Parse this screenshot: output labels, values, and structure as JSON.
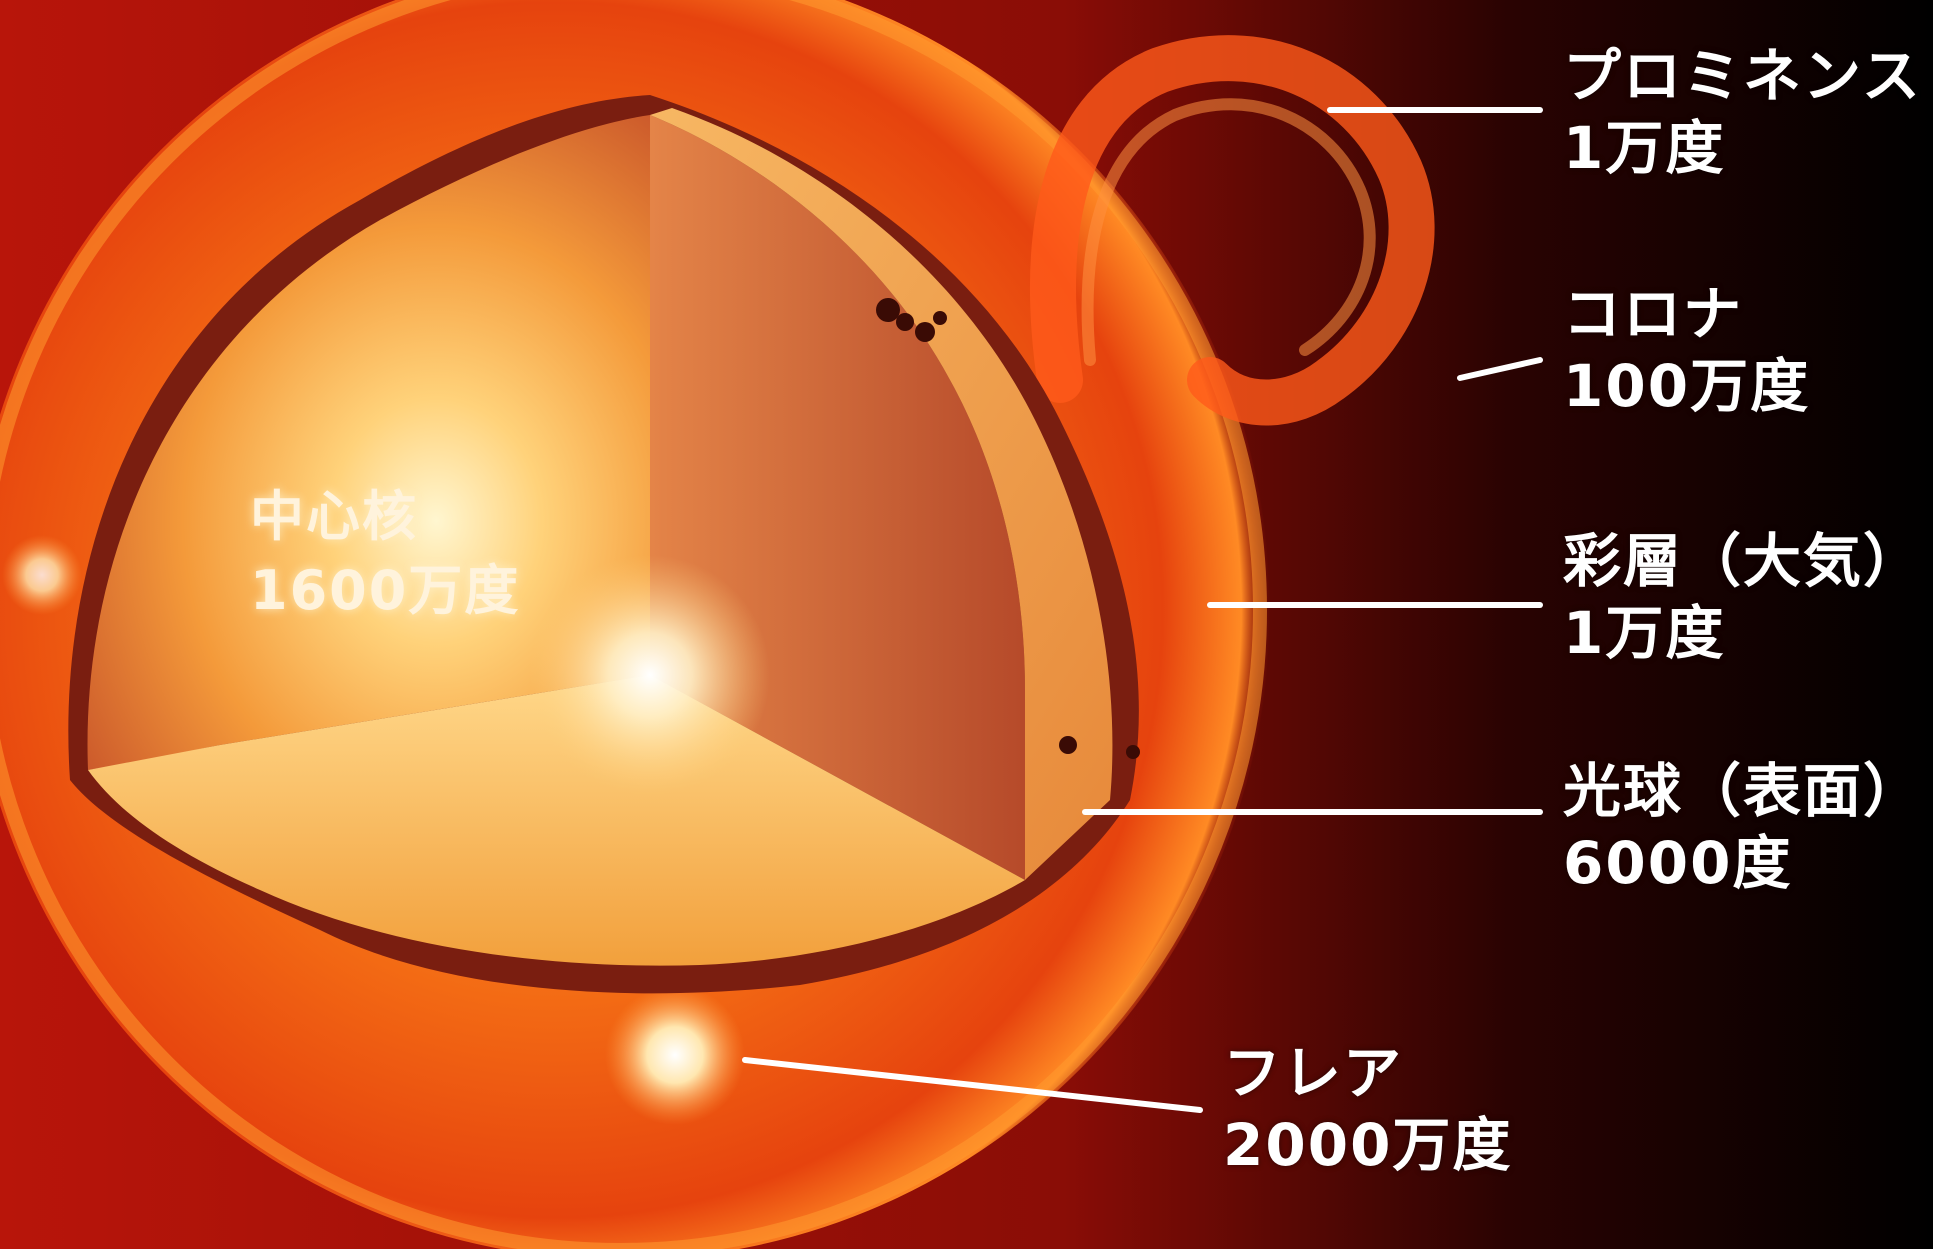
{
  "colors": {
    "background_left": "#c81a0c",
    "background_right": "#000000",
    "sun_outer": "#e84a10",
    "sun_rim": "#ff8a1e",
    "core_bright": "#ffe9a8",
    "core_mid": "#f4a03a",
    "shell_edge": "#7a1e10",
    "leader_line": "#ffffff",
    "label_text": "#ffffff"
  },
  "labels": {
    "core": {
      "name": "中心核",
      "temp": "1600万度"
    },
    "prominence": {
      "name": "プロミネンス",
      "temp": "1万度"
    },
    "corona": {
      "name": "コロナ",
      "temp": "100万度"
    },
    "chromosphere": {
      "name": "彩層（大気）",
      "temp": "1万度"
    },
    "photosphere": {
      "name": "光球（表面）",
      "temp": "6000度"
    },
    "flare": {
      "name": "フレア",
      "temp": "2000万度"
    }
  }
}
